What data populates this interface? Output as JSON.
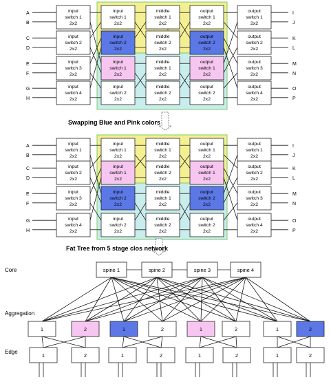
{
  "colors": {
    "yellow": "#f4ef93",
    "cyan": "#c9ecec",
    "green_border": "#7ccc66",
    "blue": "#5c78e6",
    "pink": "#f6c6f1",
    "white": "#ffffff",
    "line": "#1a1a1a"
  },
  "section1": {
    "inputs": [
      "A",
      "B",
      "C",
      "D",
      "E",
      "F",
      "G",
      "H"
    ],
    "outputs": [
      "I",
      "J",
      "K",
      "L",
      "M",
      "N",
      "O",
      "P"
    ],
    "boxes": [
      {
        "col": 0,
        "row": 0,
        "lines": [
          "input",
          "switch 1",
          "2x2"
        ],
        "fill": "white"
      },
      {
        "col": 0,
        "row": 1,
        "lines": [
          "input",
          "switch 2",
          "2x2"
        ],
        "fill": "white"
      },
      {
        "col": 0,
        "row": 2,
        "lines": [
          "input",
          "switch 3",
          "2x2"
        ],
        "fill": "white"
      },
      {
        "col": 0,
        "row": 3,
        "lines": [
          "input",
          "switch 4",
          "2x2"
        ],
        "fill": "white"
      },
      {
        "col": 1,
        "row": 0,
        "lines": [
          "input",
          "switch 1",
          "2x2"
        ],
        "fill": "white"
      },
      {
        "col": 1,
        "row": 1,
        "lines": [
          "input",
          "switch 2",
          "2x2"
        ],
        "fill": "blue"
      },
      {
        "col": 1,
        "row": 2,
        "lines": [
          "input",
          "switch 1",
          "2x2"
        ],
        "fill": "pink"
      },
      {
        "col": 1,
        "row": 3,
        "lines": [
          "input",
          "switch 2",
          "2x2"
        ],
        "fill": "white"
      },
      {
        "col": 2,
        "row": 0,
        "lines": [
          "middle",
          "switch 1",
          "2x2"
        ],
        "fill": "white"
      },
      {
        "col": 2,
        "row": 1,
        "lines": [
          "middle",
          "switch 2",
          "2x2"
        ],
        "fill": "white"
      },
      {
        "col": 2,
        "row": 2,
        "lines": [
          "middle",
          "switch 1",
          "2x2"
        ],
        "fill": "white"
      },
      {
        "col": 2,
        "row": 3,
        "lines": [
          "middle",
          "switch 2",
          "2x2"
        ],
        "fill": "white"
      },
      {
        "col": 3,
        "row": 0,
        "lines": [
          "output",
          "switch 1",
          "2x2"
        ],
        "fill": "white"
      },
      {
        "col": 3,
        "row": 1,
        "lines": [
          "output",
          "switch 2",
          "2x2"
        ],
        "fill": "blue"
      },
      {
        "col": 3,
        "row": 2,
        "lines": [
          "output",
          "switch 1",
          "2x2"
        ],
        "fill": "pink"
      },
      {
        "col": 3,
        "row": 3,
        "lines": [
          "output",
          "switch 2",
          "2x2"
        ],
        "fill": "white"
      },
      {
        "col": 4,
        "row": 0,
        "lines": [
          "output",
          "switch 1",
          "2x2"
        ],
        "fill": "white"
      },
      {
        "col": 4,
        "row": 1,
        "lines": [
          "output",
          "switch 2",
          "2x2"
        ],
        "fill": "white"
      },
      {
        "col": 4,
        "row": 2,
        "lines": [
          "output",
          "switch 3",
          "2x2"
        ],
        "fill": "white"
      },
      {
        "col": 4,
        "row": 3,
        "lines": [
          "output",
          "switch 4",
          "2x2"
        ],
        "fill": "white"
      }
    ]
  },
  "caption1": "Swapping Blue and Pink colors",
  "section2": {
    "inputs": [
      "A",
      "B",
      "C",
      "D",
      "E",
      "F",
      "G",
      "H"
    ],
    "outputs": [
      "I",
      "J",
      "K",
      "L",
      "M",
      "N",
      "O",
      "P"
    ],
    "boxes": [
      {
        "col": 0,
        "row": 0,
        "lines": [
          "input",
          "switch 1",
          "2x2"
        ],
        "fill": "white"
      },
      {
        "col": 0,
        "row": 1,
        "lines": [
          "input",
          "switch 2",
          "2x2"
        ],
        "fill": "white"
      },
      {
        "col": 0,
        "row": 2,
        "lines": [
          "input",
          "switch 3",
          "2x2"
        ],
        "fill": "white"
      },
      {
        "col": 0,
        "row": 3,
        "lines": [
          "input",
          "switch 4",
          "2x2"
        ],
        "fill": "white"
      },
      {
        "col": 1,
        "row": 0,
        "lines": [
          "input",
          "switch 1",
          "2x2"
        ],
        "fill": "white"
      },
      {
        "col": 1,
        "row": 1,
        "lines": [
          "input",
          "switch 1",
          "2x2"
        ],
        "fill": "pink"
      },
      {
        "col": 1,
        "row": 2,
        "lines": [
          "input",
          "switch 2",
          "2x2"
        ],
        "fill": "blue"
      },
      {
        "col": 1,
        "row": 3,
        "lines": [
          "input",
          "switch 2",
          "2x2"
        ],
        "fill": "white"
      },
      {
        "col": 2,
        "row": 0,
        "lines": [
          "middle",
          "switch 1",
          "2x2"
        ],
        "fill": "white"
      },
      {
        "col": 2,
        "row": 1,
        "lines": [
          "middle",
          "switch 2",
          "2x2"
        ],
        "fill": "white"
      },
      {
        "col": 2,
        "row": 2,
        "lines": [
          "middle",
          "switch 1",
          "2x2"
        ],
        "fill": "white"
      },
      {
        "col": 2,
        "row": 3,
        "lines": [
          "middle",
          "switch 2",
          "2x2"
        ],
        "fill": "white"
      },
      {
        "col": 3,
        "row": 0,
        "lines": [
          "output",
          "switch 1",
          "2x2"
        ],
        "fill": "white"
      },
      {
        "col": 3,
        "row": 1,
        "lines": [
          "output",
          "switch 1",
          "2x2"
        ],
        "fill": "pink"
      },
      {
        "col": 3,
        "row": 2,
        "lines": [
          "output",
          "switch 2",
          "2x2"
        ],
        "fill": "blue"
      },
      {
        "col": 3,
        "row": 3,
        "lines": [
          "output",
          "switch 2",
          "2x2"
        ],
        "fill": "white"
      },
      {
        "col": 4,
        "row": 0,
        "lines": [
          "output",
          "switch 1",
          "2x2"
        ],
        "fill": "white"
      },
      {
        "col": 4,
        "row": 1,
        "lines": [
          "output",
          "switch 2",
          "2x2"
        ],
        "fill": "white"
      },
      {
        "col": 4,
        "row": 2,
        "lines": [
          "output",
          "switch 3",
          "2x2"
        ],
        "fill": "white"
      },
      {
        "col": 4,
        "row": 3,
        "lines": [
          "output",
          "switch 4",
          "2x2"
        ],
        "fill": "white"
      }
    ]
  },
  "caption2": "Fat Tree from 5 stage clos network",
  "fat_tree": {
    "labels": {
      "core": "Core",
      "aggregation": "Aggregation",
      "edge": "Edge"
    },
    "spines": [
      "spine 1",
      "spine 2",
      "spine 3",
      "spine 4"
    ],
    "aggregation": [
      {
        "label": "1",
        "fill": "white"
      },
      {
        "label": "2",
        "fill": "pink"
      },
      {
        "label": "1",
        "fill": "blue"
      },
      {
        "label": "2",
        "fill": "white"
      },
      {
        "label": "1",
        "fill": "pink"
      },
      {
        "label": "2",
        "fill": "white"
      },
      {
        "label": "1",
        "fill": "white"
      },
      {
        "label": "2",
        "fill": "blue"
      }
    ],
    "edge": [
      "1",
      "2",
      "1",
      "2",
      "1",
      "2",
      "1",
      "2"
    ]
  }
}
